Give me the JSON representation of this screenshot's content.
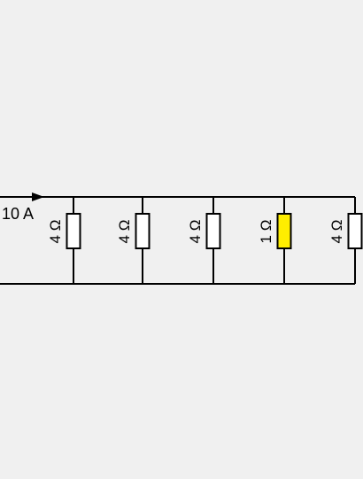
{
  "circuit": {
    "current_label": "10 A",
    "resistors": [
      {
        "label": "4 Ω",
        "highlighted": false
      },
      {
        "label": "4 Ω",
        "highlighted": false
      },
      {
        "label": "4 Ω",
        "highlighted": false
      },
      {
        "label": "1 Ω",
        "highlighted": true
      },
      {
        "label": "4 Ω",
        "highlighted": false
      }
    ],
    "colors": {
      "background": "#f0f0f0",
      "wire": "#000000",
      "resistor_fill": "#ffffff",
      "resistor_highlight": "#ffee00"
    }
  }
}
